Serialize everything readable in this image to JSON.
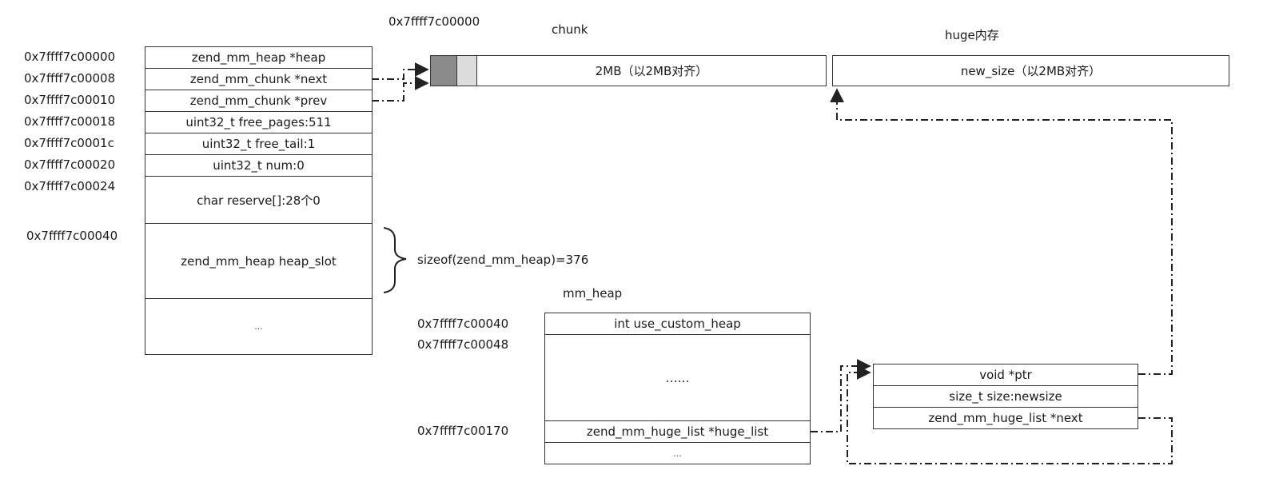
{
  "chunk_section": {
    "top_address": "0x7ffff7c00000",
    "title": "chunk",
    "block_label": "2MB（以2MB对齐）"
  },
  "huge_section": {
    "title": "huge内存",
    "block_label": "new_size（以2MB对齐）"
  },
  "chunk_struct": {
    "addresses": [
      "0x7ffff7c00000",
      "0x7ffff7c00008",
      "0x7ffff7c00010",
      "0x7ffff7c00018",
      "0x7ffff7c0001c",
      "0x7ffff7c00020",
      "0x7ffff7c00024",
      "0x7ffff7c00040"
    ],
    "fields": [
      "zend_mm_heap *heap",
      "zend_mm_chunk *next",
      "zend_mm_chunk  *prev",
      "uint32_t  free_pages:511",
      "uint32_t  free_tail:1",
      "uint32_t num:0",
      "char  reserve[]:28个0",
      "zend_mm_heap  heap_slot",
      "..."
    ],
    "brace_label": "sizeof(zend_mm_heap)=376"
  },
  "mm_heap": {
    "title": "mm_heap",
    "addresses": [
      "0x7ffff7c00040",
      "0x7ffff7c00048",
      "0x7ffff7c00170"
    ],
    "fields": [
      "int  use_custom_heap",
      "……",
      "zend_mm_huge_list *huge_list",
      "..."
    ]
  },
  "huge_list_node": {
    "fields": [
      "void  *ptr",
      "size_t  size:newsize",
      "zend_mm_huge_list *next"
    ]
  },
  "colors": {
    "line": "#222222",
    "page_dark": "#8a8a8a",
    "page_light": "#dcdcdc"
  }
}
